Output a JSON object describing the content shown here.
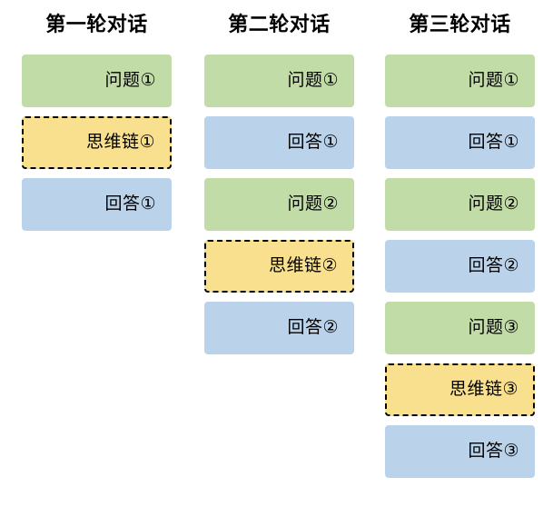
{
  "diagram": {
    "title_row": [
      "第一轮对话",
      "第二轮对话",
      "第三轮对话"
    ],
    "colors": {
      "question": "#c2dca8",
      "answer": "#bad3ea",
      "chain_of_thought": "#f8e08e",
      "chain_of_thought_border": "#000000",
      "background": "#ffffff",
      "text": "#000000"
    },
    "columns": [
      {
        "header": "第一轮对话",
        "boxes": [
          {
            "label": "问题①",
            "kind": "question"
          },
          {
            "label": "思维链①",
            "kind": "cot"
          },
          {
            "label": "回答①",
            "kind": "answer"
          }
        ]
      },
      {
        "header": "第二轮对话",
        "boxes": [
          {
            "label": "问题①",
            "kind": "question"
          },
          {
            "label": "回答①",
            "kind": "answer"
          },
          {
            "label": "问题②",
            "kind": "question"
          },
          {
            "label": "思维链②",
            "kind": "cot"
          },
          {
            "label": "回答②",
            "kind": "answer"
          }
        ]
      },
      {
        "header": "第三轮对话",
        "boxes": [
          {
            "label": "问题①",
            "kind": "question"
          },
          {
            "label": "回答①",
            "kind": "answer"
          },
          {
            "label": "问题②",
            "kind": "question"
          },
          {
            "label": "回答②",
            "kind": "answer"
          },
          {
            "label": "问题③",
            "kind": "question"
          },
          {
            "label": "思维链③",
            "kind": "cot"
          },
          {
            "label": "回答③",
            "kind": "answer"
          }
        ]
      }
    ]
  }
}
